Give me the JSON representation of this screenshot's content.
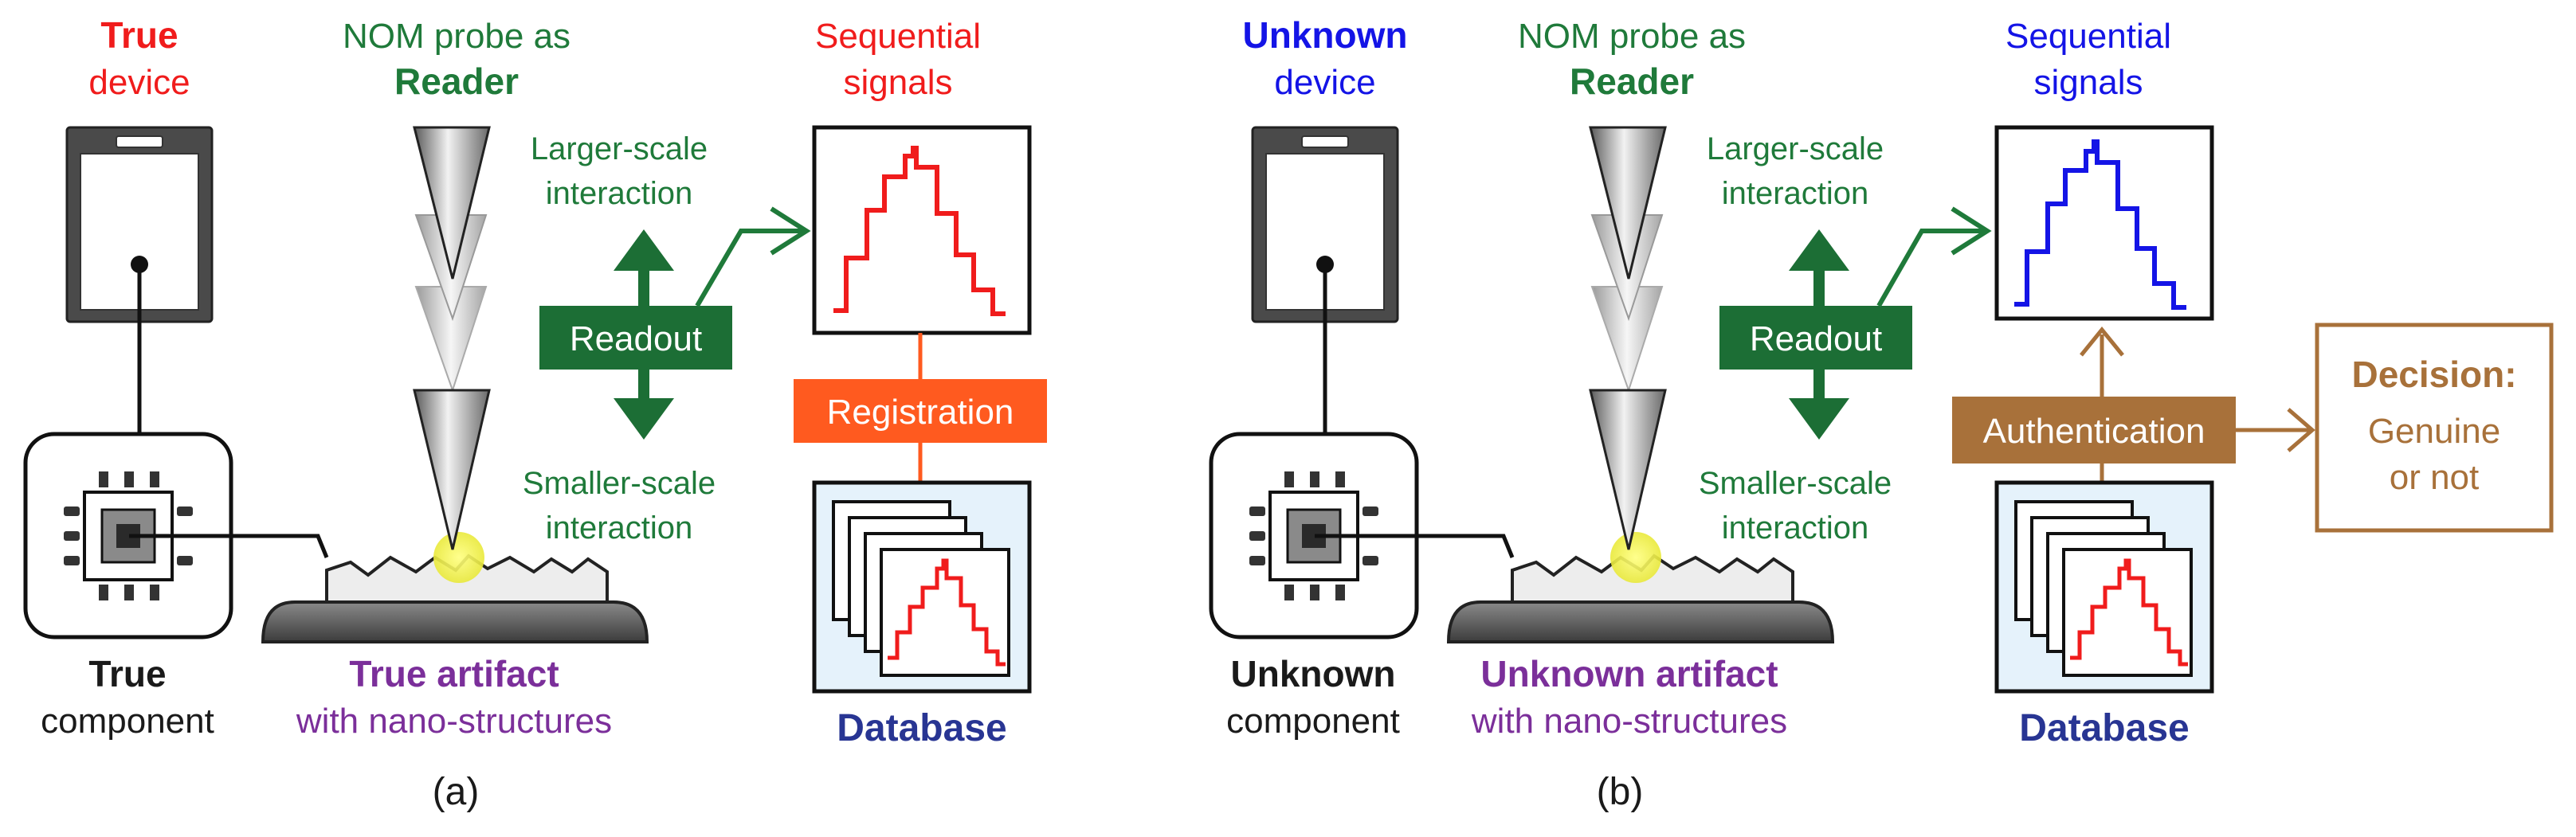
{
  "colors": {
    "red": "#f01c1c",
    "green": "#1f7a3a",
    "darkgreen": "#1c6e35",
    "blue": "#1414e6",
    "navy": "#283593",
    "purple": "#7b2f9a",
    "orange": "#ff5a1f",
    "brown": "#a8713a",
    "black": "#1a1a1a",
    "gray": "#555555"
  },
  "panel_a": {
    "device_line1": "True",
    "device_line2": "device",
    "probe_line1": "NOM probe as",
    "probe_line2": "Reader",
    "signals_line1": "Sequential",
    "signals_line2": "signals",
    "larger_line1": "Larger-scale",
    "larger_line2": "interaction",
    "smaller_line1": "Smaller-scale",
    "smaller_line2": "interaction",
    "readout": "Readout",
    "registration": "Registration",
    "component_line1": "True",
    "component_line2": "component",
    "artifact_line1": "True artifact",
    "artifact_line2": "with nano-structures",
    "database": "Database",
    "caption": "(a)"
  },
  "panel_b": {
    "device_line1": "Unknown",
    "device_line2": "device",
    "probe_line1": "NOM probe as",
    "probe_line2": "Reader",
    "signals_line1": "Sequential",
    "signals_line2": "signals",
    "larger_line1": "Larger-scale",
    "larger_line2": "interaction",
    "smaller_line1": "Smaller-scale",
    "smaller_line2": "interaction",
    "readout": "Readout",
    "authentication": "Authentication",
    "decision_title": "Decision:",
    "decision_line1": "Genuine",
    "decision_line2": "or not",
    "component_line1": "Unknown",
    "component_line2": "component",
    "artifact_line1": "Unknown artifact",
    "artifact_line2": "with nano-structures",
    "database": "Database",
    "caption": "(b)"
  }
}
